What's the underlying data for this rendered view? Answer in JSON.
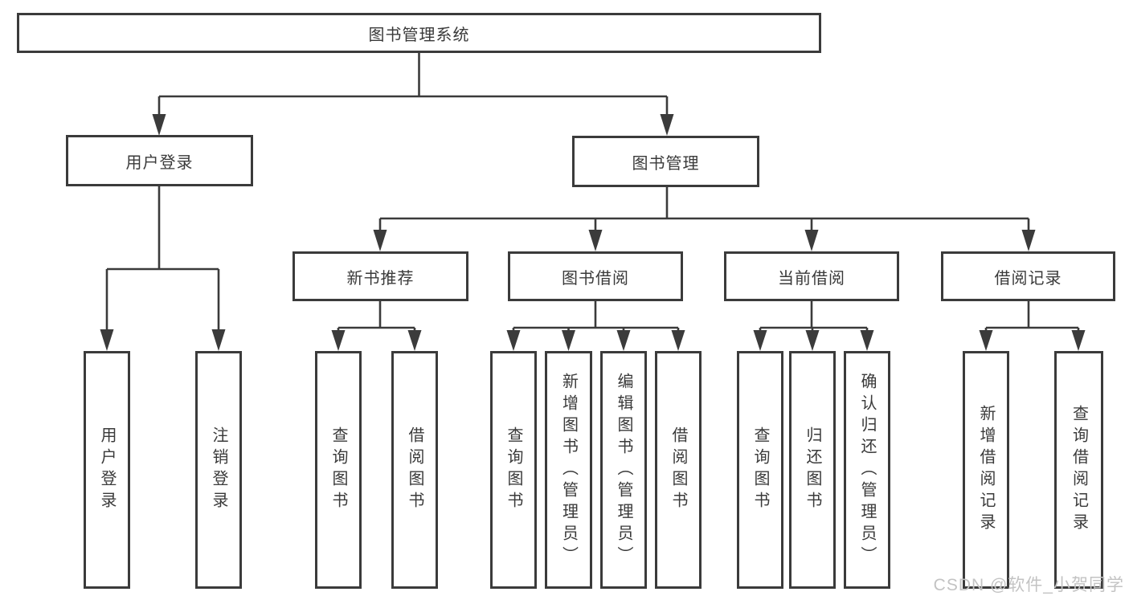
{
  "tree": {
    "label": "图书管理系统",
    "children": [
      {
        "label": "用户登录",
        "children": [
          {
            "label": "用户登录"
          },
          {
            "label": "注销登录"
          }
        ]
      },
      {
        "label": "图书管理",
        "children": [
          {
            "label": "新书推荐",
            "children": [
              {
                "label": "查询图书"
              },
              {
                "label": "借阅图书"
              }
            ]
          },
          {
            "label": "图书借阅",
            "children": [
              {
                "label": "查询图书"
              },
              {
                "label": "新增图书（管理员）"
              },
              {
                "label": "编辑图书（管理员）"
              },
              {
                "label": "借阅图书"
              }
            ]
          },
          {
            "label": "当前借阅",
            "children": [
              {
                "label": "查询图书"
              },
              {
                "label": "归还图书"
              },
              {
                "label": "确认归还（管理员）"
              }
            ]
          },
          {
            "label": "借阅记录",
            "children": [
              {
                "label": "新增借阅记录"
              },
              {
                "label": "查询借阅记录"
              }
            ]
          }
        ]
      }
    ]
  },
  "watermark": {
    "text": "CSDN @软件_小贺同学"
  },
  "colors": {
    "line": "#3b3b3b",
    "box_border": "#3b3b3b",
    "text": "#3a3a3a",
    "watermark": "#c3c3c3",
    "background": "#ffffff"
  }
}
